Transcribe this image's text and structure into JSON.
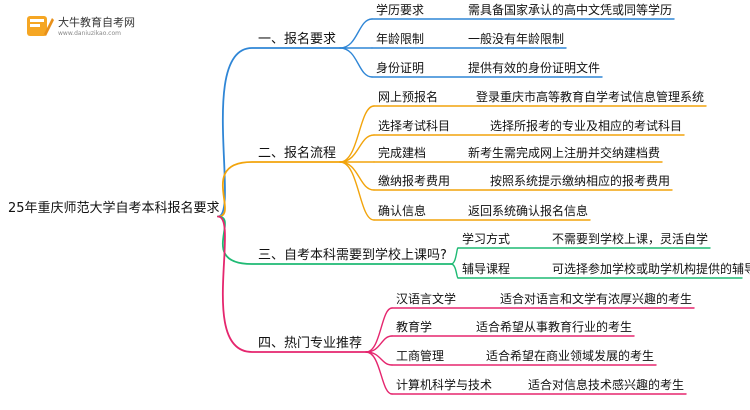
{
  "logo": {
    "title": "大牛教育自考网",
    "url": "www.daniuzikao.com"
  },
  "root": "25年重庆师范大学自考本科报名要求",
  "branches": [
    {
      "label": "一、报名要求",
      "color": "#2f86d6",
      "items": [
        {
          "label": "学历要求",
          "desc": "需具备国家承认的高中文凭或同等学历"
        },
        {
          "label": "年龄限制",
          "desc": "一般没有年龄限制"
        },
        {
          "label": "身份证明",
          "desc": "提供有效的身份证明文件"
        }
      ]
    },
    {
      "label": "二、报名流程",
      "color": "#f2a40c",
      "items": [
        {
          "label": "网上预报名",
          "desc": "登录重庆市高等教育自学考试信息管理系统"
        },
        {
          "label": "选择考试科目",
          "desc": "选择所报考的专业及相应的考试科目"
        },
        {
          "label": "完成建档",
          "desc": "新考生需完成网上注册并交纳建档费"
        },
        {
          "label": "缴纳报考费用",
          "desc": "按照系统提示缴纳相应的报考费用"
        },
        {
          "label": "确认信息",
          "desc": "返回系统确认报名信息"
        }
      ]
    },
    {
      "label": "三、自考本科需要到学校上课吗?",
      "color": "#1fba74",
      "items": [
        {
          "label": "学习方式",
          "desc": "不需要到学校上课，灵活自学"
        },
        {
          "label": "辅导课程",
          "desc": "可选择参加学校或助学机构提供的辅导课程"
        }
      ]
    },
    {
      "label": "四、热门专业推荐",
      "color": "#e5266e",
      "items": [
        {
          "label": "汉语言文学",
          "desc": "适合对语言和文学有浓厚兴趣的考生"
        },
        {
          "label": "教育学",
          "desc": "适合希望从事教育行业的考生"
        },
        {
          "label": "工商管理",
          "desc": "适合希望在商业领域发展的考生"
        },
        {
          "label": "计算机科学与技术",
          "desc": "适合对信息技术感兴趣的考生"
        }
      ]
    }
  ]
}
